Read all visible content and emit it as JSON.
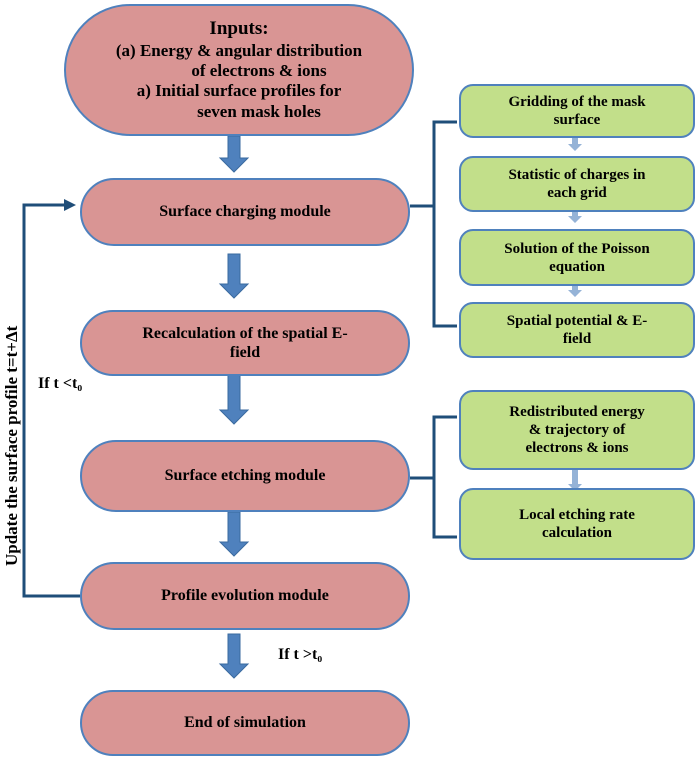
{
  "inputs": {
    "title": "Inputs:",
    "line1": "(a)   Energy & angular distribution",
    "line2": "of electrons & ions",
    "line3": "a)    Initial surface profiles for",
    "line4": "seven mask holes"
  },
  "main_flow": [
    {
      "line1": "Surface charging module",
      "line2": ""
    },
    {
      "line1": "Recalculation of the spatial E-",
      "line2": "field"
    },
    {
      "line1": "Surface etching module",
      "line2": ""
    },
    {
      "line1": "Profile evolution module",
      "line2": ""
    },
    {
      "line1": "End of simulation",
      "line2": ""
    }
  ],
  "charging_steps": [
    {
      "line1": "Gridding of the mask",
      "line2": "surface"
    },
    {
      "line1": "Statistic of charges in",
      "line2": "each grid"
    },
    {
      "line1": "Solution of the Poisson",
      "line2": "equation"
    },
    {
      "line1": "Spatial  potential & E-",
      "line2": "field"
    }
  ],
  "etching_steps": [
    {
      "line1": "Redistributed energy",
      "line2": "& trajectory of",
      "line3": "electrons & ions"
    },
    {
      "line1": "Local etching rate",
      "line2": "calculation"
    }
  ],
  "loop_label": "Update the surface profile t=t+Δt",
  "condition_loop": "If  t <t₀",
  "condition_end": "If  t >t₀",
  "colors": {
    "main_node": "#d99594",
    "sub_node": "#c2df8a",
    "border": "#4f81bd",
    "connector": "#1f4e79",
    "arrow": "#4f81bd",
    "small_arrow": "#95b3d7"
  }
}
